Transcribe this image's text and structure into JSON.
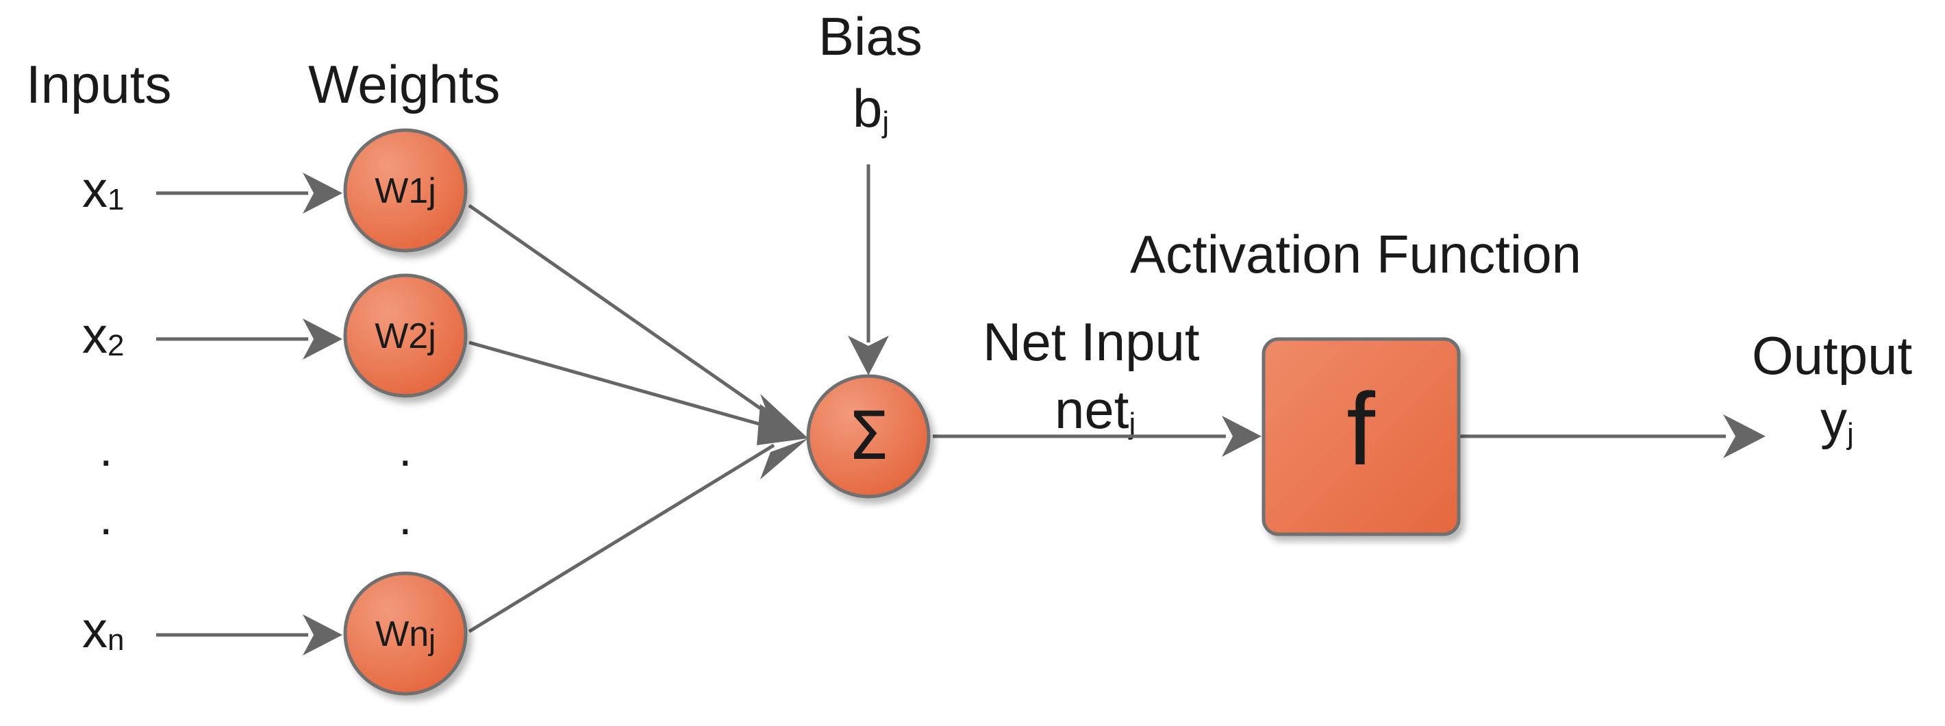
{
  "labels": {
    "inputs": "Inputs",
    "weights": "Weights",
    "bias": "Bias",
    "bias_symbol": "b",
    "bias_sub": "j",
    "net_input": "Net Input",
    "net_symbol": "net",
    "net_sub": "j",
    "activation": "Activation Function",
    "output": "Output",
    "output_symbol": "y",
    "output_sub": "j"
  },
  "inputs": [
    {
      "symbol": "x",
      "sub": "1"
    },
    {
      "symbol": "x",
      "sub": "2"
    },
    {
      "symbol": "x",
      "sub": "n"
    }
  ],
  "weights": [
    {
      "main": "W1",
      "sub": "j"
    },
    {
      "main": "W2",
      "sub": "j"
    },
    {
      "main": "Wn",
      "sub": "j"
    }
  ],
  "ellipsis": ".",
  "sum_symbol": "Σ",
  "activation_symbol": "f",
  "colors": {
    "node_fill": "#E8714F",
    "node_stroke": "#6f6f6f",
    "arrow": "#666666",
    "text": "#1a1a1a"
  }
}
